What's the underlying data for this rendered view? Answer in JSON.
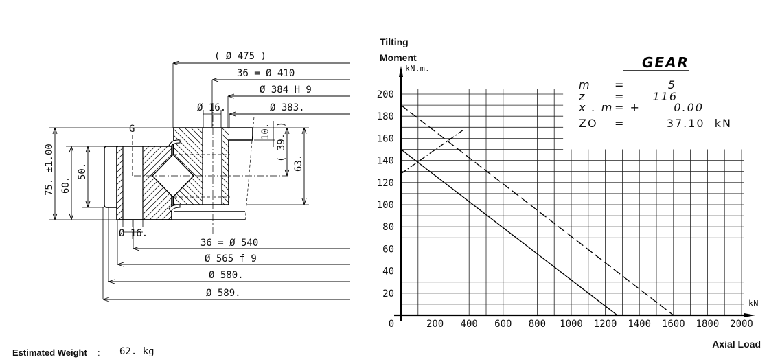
{
  "drawing": {
    "dims_top": [
      "( Ø 475 )",
      "36 =  Ø 410",
      "Ø 384 H 9",
      "Ø 383.",
      "Ø 16."
    ],
    "dims_bottom": [
      "Ø 16.",
      "36 =  Ø 540",
      "Ø 565 f 9",
      "Ø 580.",
      "Ø 589."
    ],
    "dims_left": [
      "75. ±1.00",
      "60.",
      "50."
    ],
    "dims_right": [
      "10.",
      "( 39. )",
      "63."
    ],
    "center_label": "G"
  },
  "gear": {
    "title": "GEAR",
    "rows": [
      {
        "label": "m",
        "eq": "=",
        "value": "5"
      },
      {
        "label": "z",
        "eq": "=",
        "value": "116"
      },
      {
        "label": "x . m",
        "eq": "= +",
        "value": "0.00"
      },
      {
        "label": "ZO",
        "eq": "=",
        "value": "37.10  kN"
      }
    ]
  },
  "weight": {
    "label": "Estimated Weight",
    "sep": ":",
    "value": "62. kg"
  },
  "chart_data": {
    "type": "line",
    "title": "",
    "ylabel_lines": [
      "Tilting",
      "Moment"
    ],
    "y_unit": "kN.m.",
    "xlabel": "Axial Load",
    "x_unit": "kN",
    "xlim": [
      0,
      2000
    ],
    "ylim": [
      0,
      200
    ],
    "x_ticks": [
      "0",
      "200",
      "400",
      "600",
      "800",
      "1000",
      "1200",
      "1400",
      "1600",
      "1800",
      "2000"
    ],
    "y_ticks": [
      "20",
      "40",
      "60",
      "80",
      "100",
      "120",
      "140",
      "160",
      "180",
      "200"
    ],
    "grid": true,
    "series": [
      {
        "name": "solid limit curve",
        "style": "solid",
        "x": [
          0,
          1270
        ],
        "y": [
          150,
          0
        ]
      },
      {
        "name": "dashed limit curve",
        "style": "dashed",
        "x": [
          0,
          1600
        ],
        "y": [
          190,
          0
        ]
      },
      {
        "name": "dash-dot line",
        "style": "dashdot",
        "x": [
          0,
          370
        ],
        "y": [
          128,
          168
        ]
      }
    ]
  }
}
